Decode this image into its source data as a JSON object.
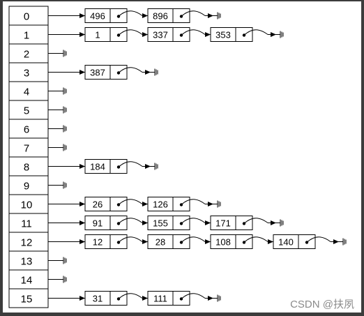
{
  "buckets": [
    {
      "index": "0",
      "nodes": [
        "496",
        "896"
      ]
    },
    {
      "index": "1",
      "nodes": [
        "1",
        "337",
        "353"
      ]
    },
    {
      "index": "2",
      "nodes": []
    },
    {
      "index": "3",
      "nodes": [
        "387"
      ]
    },
    {
      "index": "4",
      "nodes": []
    },
    {
      "index": "5",
      "nodes": []
    },
    {
      "index": "6",
      "nodes": []
    },
    {
      "index": "7",
      "nodes": []
    },
    {
      "index": "8",
      "nodes": [
        "184"
      ]
    },
    {
      "index": "9",
      "nodes": []
    },
    {
      "index": "10",
      "nodes": [
        "26",
        "126"
      ]
    },
    {
      "index": "11",
      "nodes": [
        "91",
        "155",
        "171"
      ]
    },
    {
      "index": "12",
      "nodes": [
        "12",
        "28",
        "108",
        "140"
      ]
    },
    {
      "index": "13",
      "nodes": []
    },
    {
      "index": "14",
      "nodes": []
    },
    {
      "index": "15",
      "nodes": [
        "31",
        "111"
      ]
    }
  ],
  "watermark": "CSDN @扶夙",
  "colors": {
    "background": "#3c3c3c",
    "panel": "#ffffff",
    "lines": "#000000",
    "watermark": "#8a8a8a"
  }
}
